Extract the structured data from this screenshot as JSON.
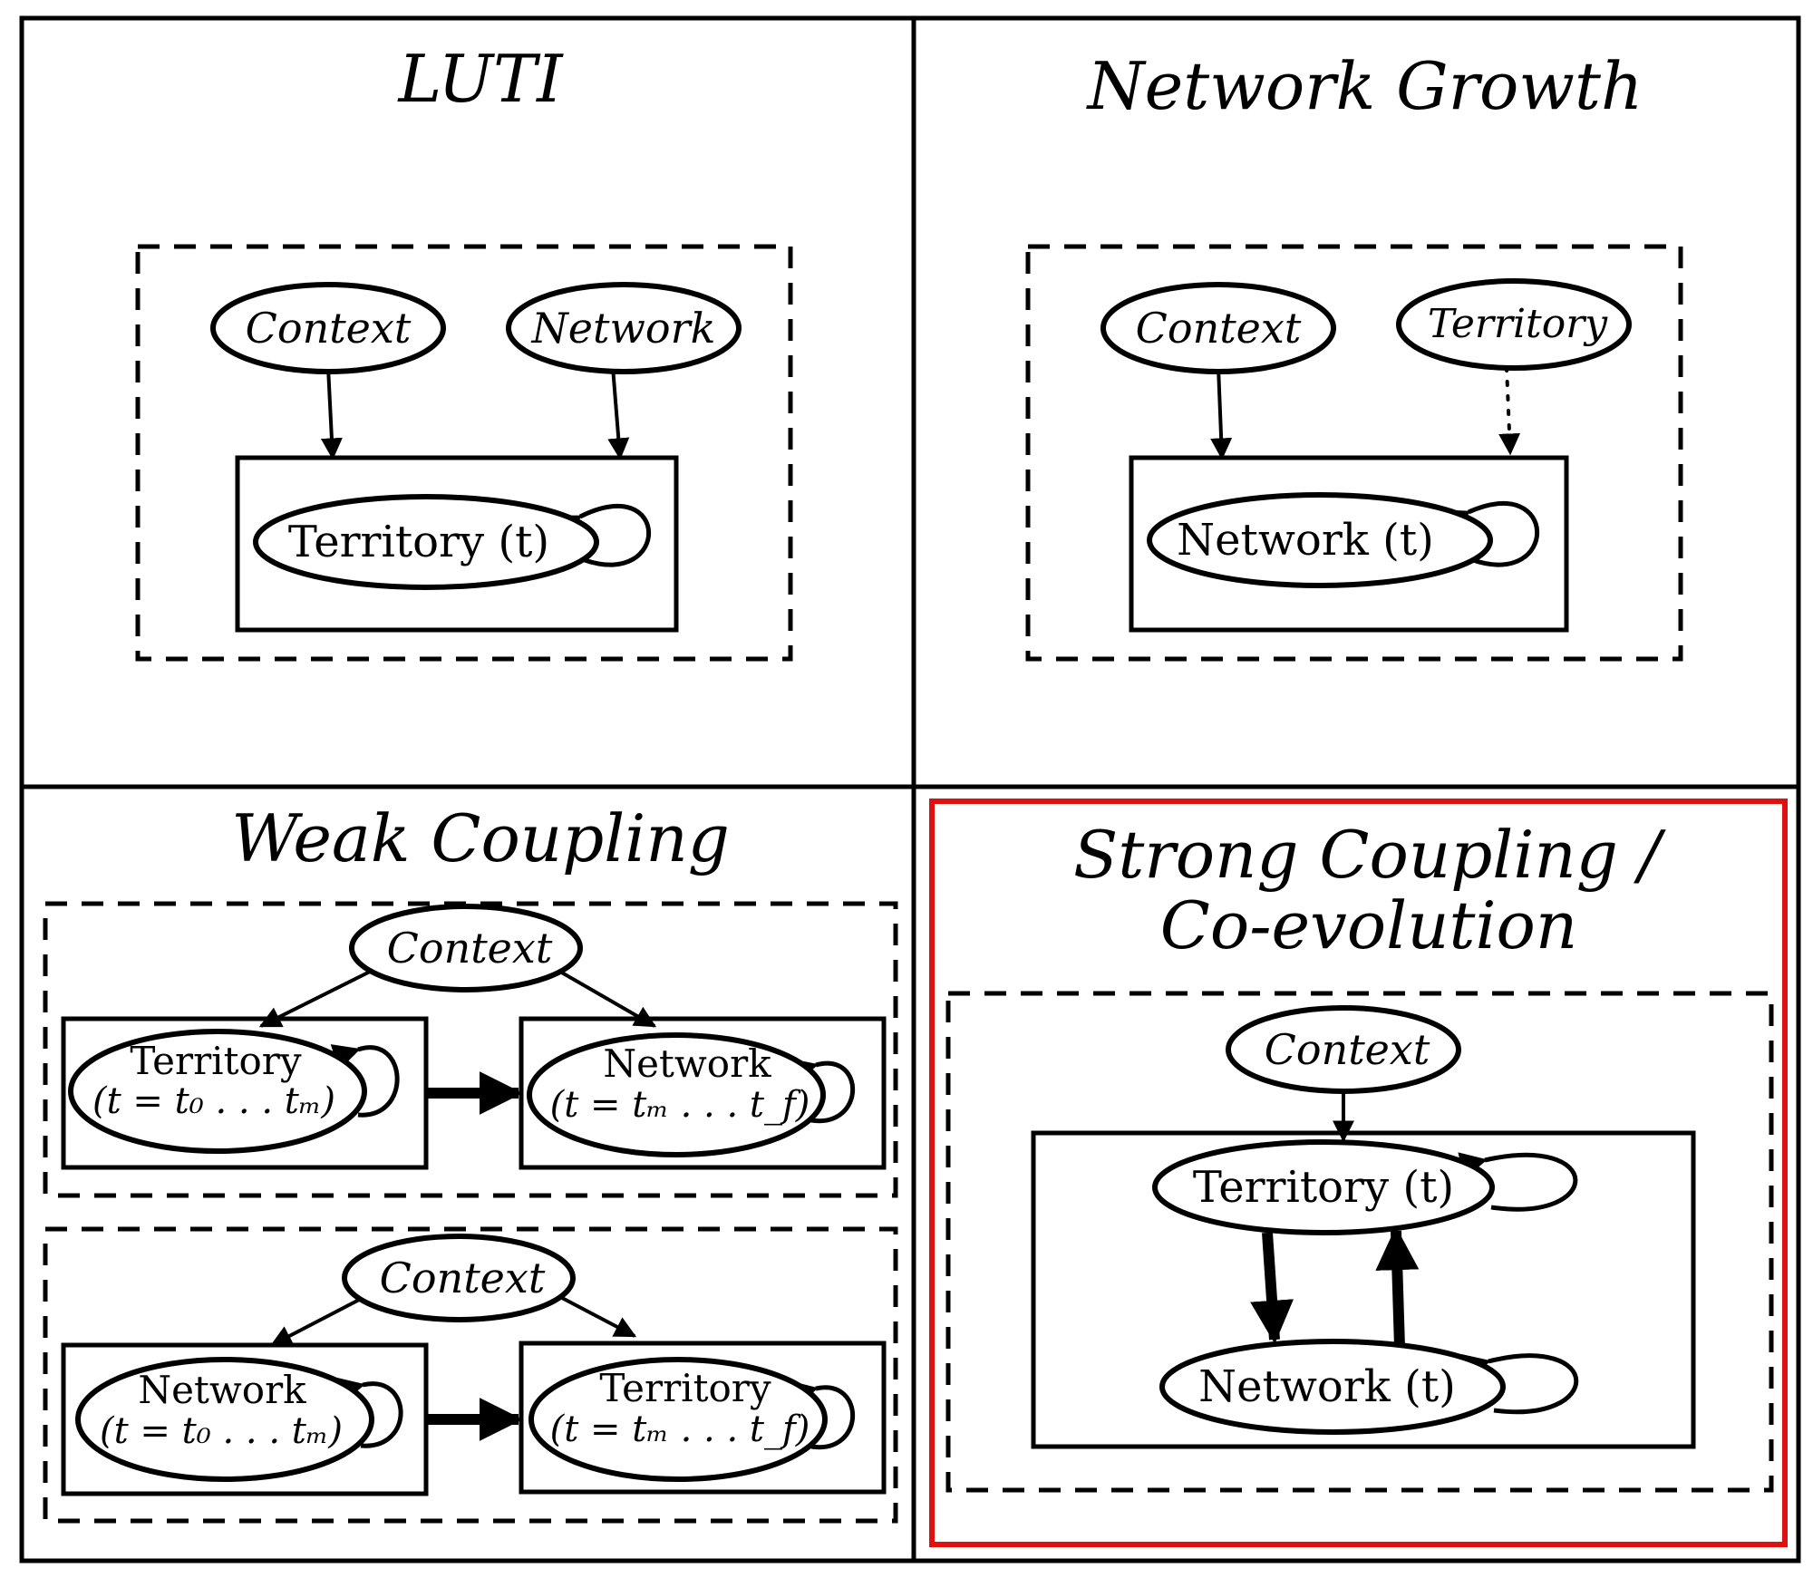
{
  "panels": {
    "luti": {
      "title": "LUTI",
      "context": "Context",
      "network": "Network",
      "territory": "Territory (t)"
    },
    "network_growth": {
      "title": "Network Growth",
      "context": "Context",
      "territory": "Territory",
      "network": "Network (t)"
    },
    "weak_coupling": {
      "title": "Weak Coupling",
      "top": {
        "context": "Context",
        "left_name": "Territory",
        "left_time": "(t = t₀ . . . tₘ)",
        "right_name": "Network",
        "right_time": "(t = tₘ . . . t_f)"
      },
      "bottom": {
        "context": "Context",
        "left_name": "Network",
        "left_time": "(t = t₀ . . . tₘ)",
        "right_name": "Territory",
        "right_time": "(t = tₘ . . . t_f)"
      }
    },
    "strong_coupling": {
      "title_line1": "Strong Coupling /",
      "title_line2": "Co-evolution",
      "context": "Context",
      "territory": "Territory (t)",
      "network": "Network (t)"
    }
  },
  "colors": {
    "highlight": "#e01010",
    "stroke": "#000000"
  }
}
